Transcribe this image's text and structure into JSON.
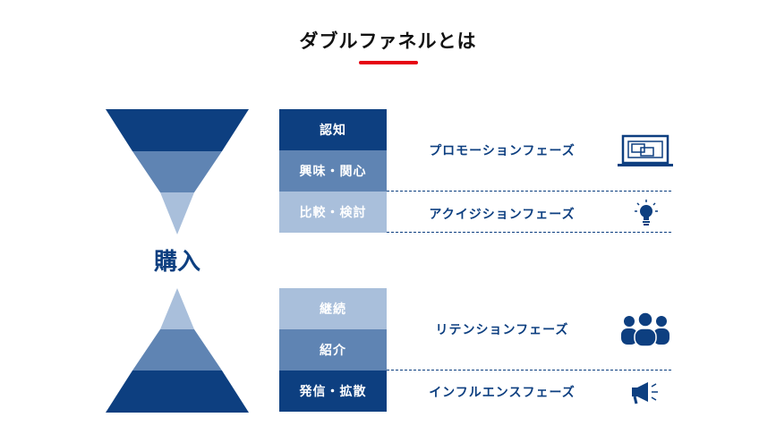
{
  "title": "ダブルファネルとは",
  "purchase_label": "購入",
  "upper_funnel": {
    "stages": [
      "認知",
      "興味・関心",
      "比較・検討"
    ],
    "phases": [
      "プロモーションフェーズ",
      "アクイジションフェーズ"
    ]
  },
  "lower_funnel": {
    "stages": [
      "継続",
      "紹介",
      "発信・拡散"
    ],
    "phases": [
      "リテンションフェーズ",
      "インフルエンスフェーズ"
    ]
  },
  "colors": {
    "dark": "#0d3f80",
    "mid": "#5f84b3",
    "light": "#a9bfdb",
    "accent": "#e60012"
  },
  "icons": [
    "window-icon",
    "lightbulb-icon",
    "people-icon",
    "megaphone-icon"
  ]
}
